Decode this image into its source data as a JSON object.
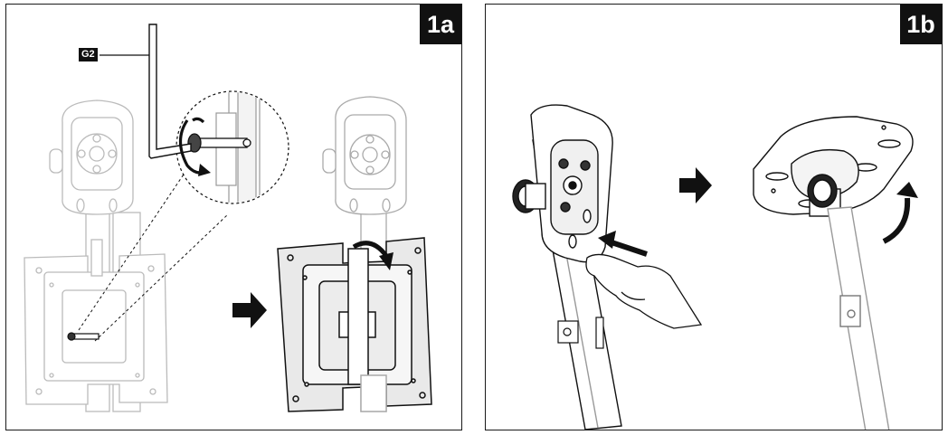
{
  "panels": [
    {
      "step": "1a",
      "part_label": "G2"
    },
    {
      "step": "1b"
    }
  ],
  "icons": [
    "hex-key-icon",
    "rotate-arrow-icon",
    "next-step-arrow-icon",
    "hand-icon",
    "push-arrow-icon"
  ]
}
